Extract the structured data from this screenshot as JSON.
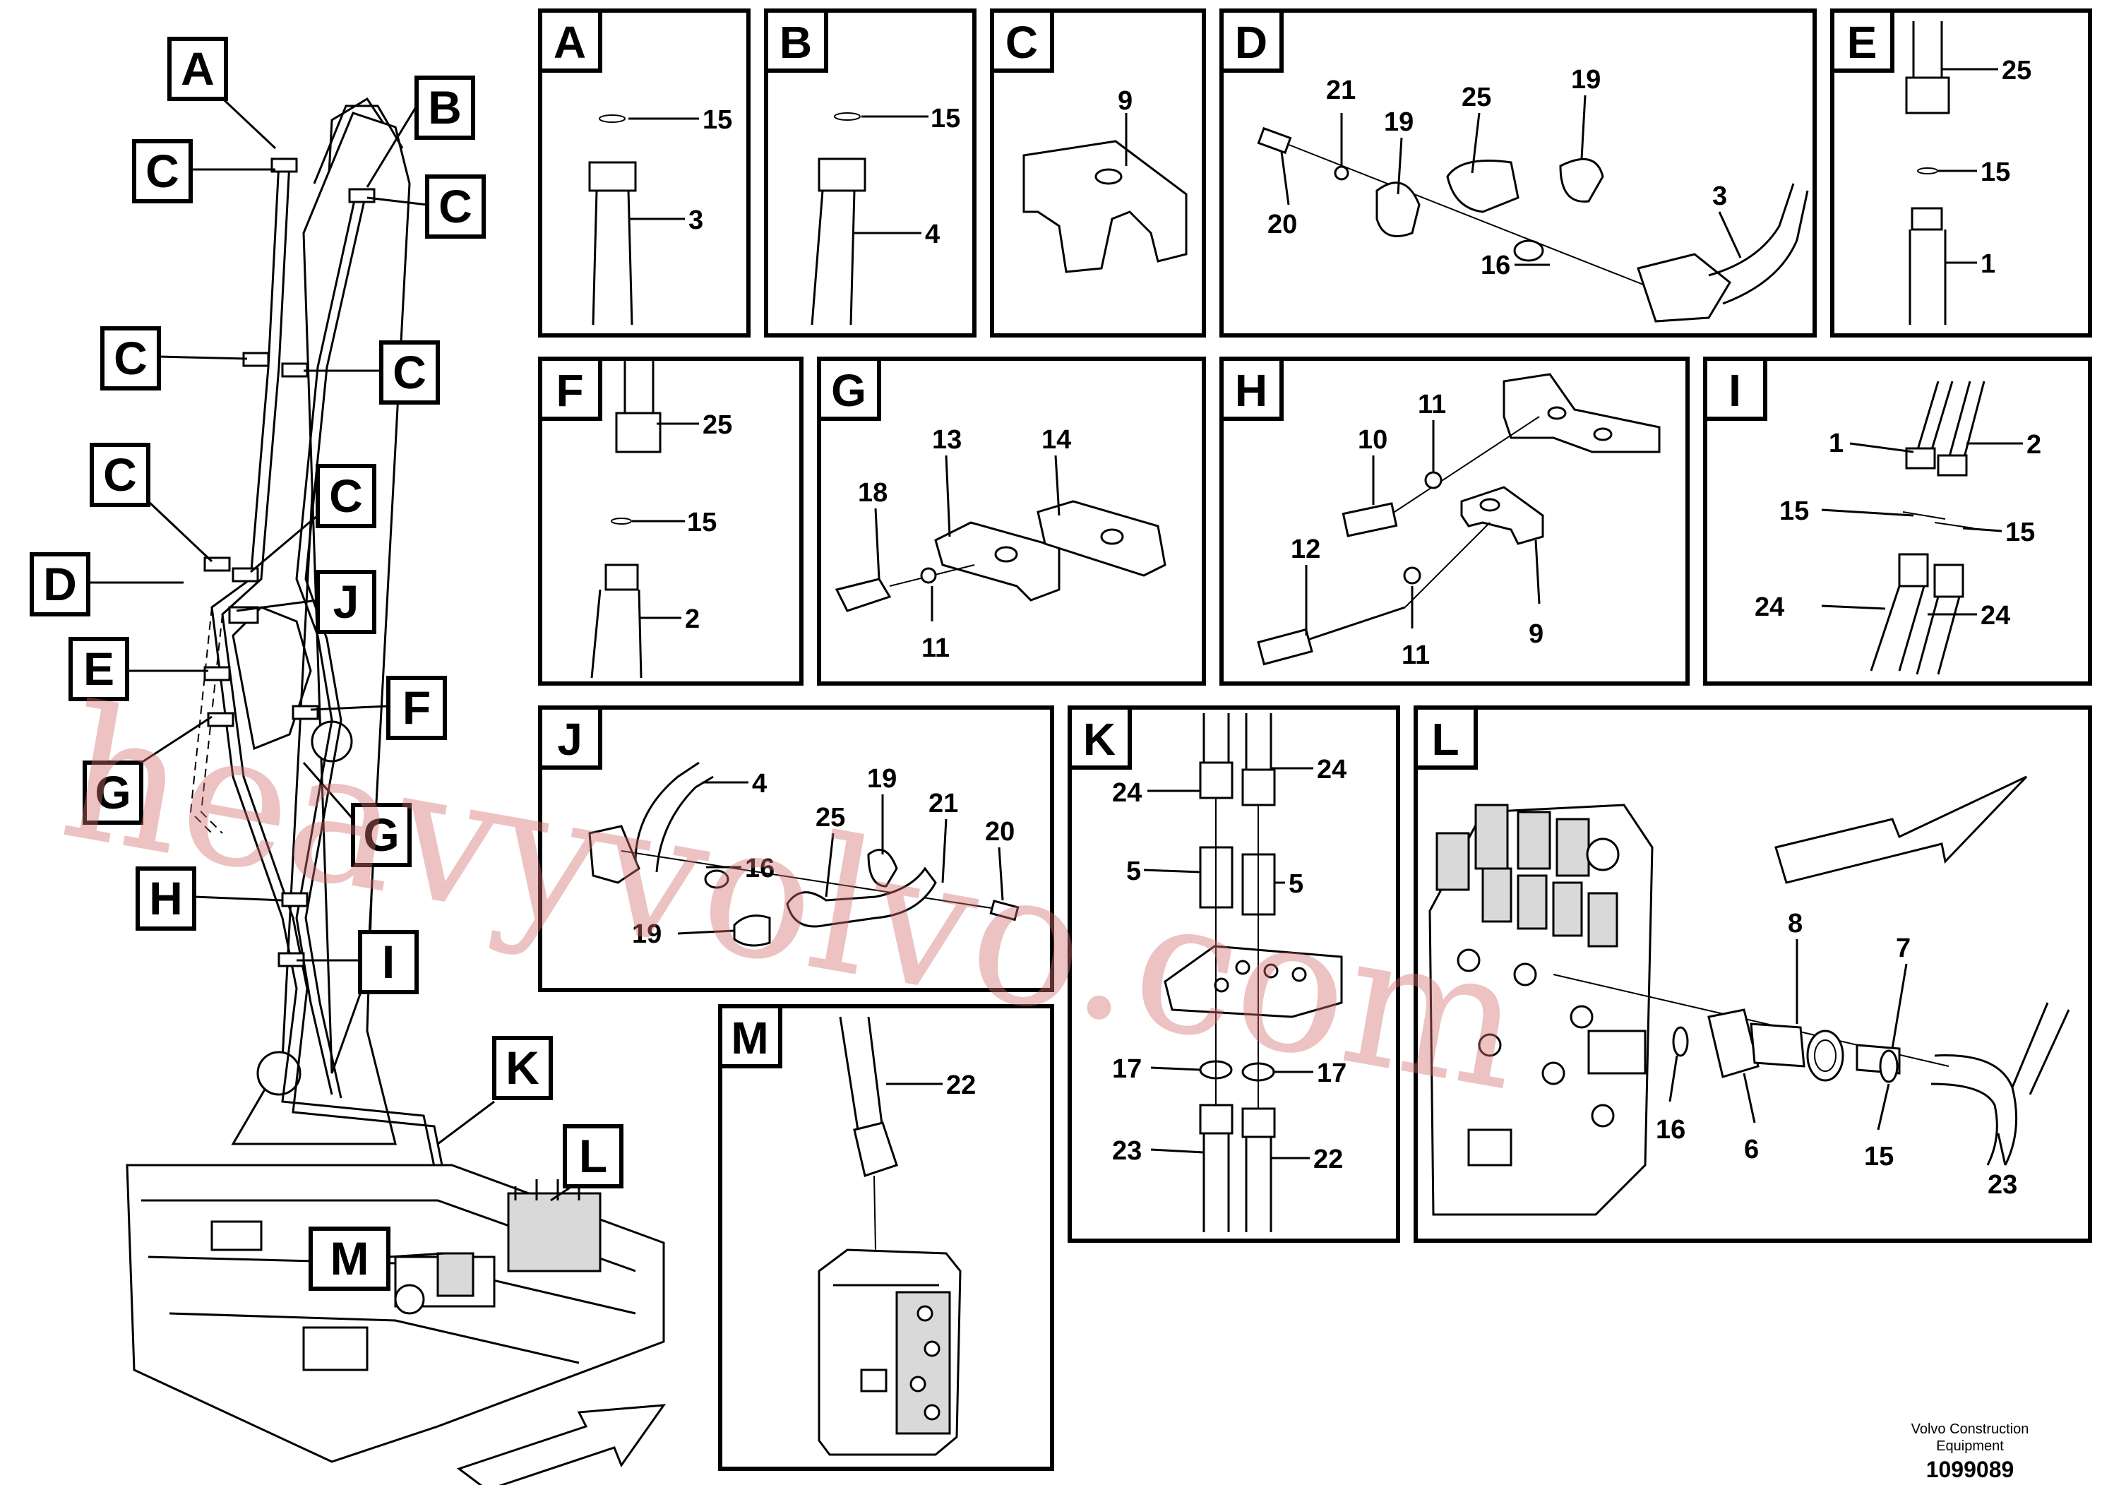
{
  "panels": {
    "A": {
      "letter": "A",
      "labels": [
        "15",
        "3"
      ]
    },
    "B": {
      "letter": "B",
      "labels": [
        "15",
        "4"
      ]
    },
    "C": {
      "letter": "C",
      "labels": [
        "9"
      ]
    },
    "D": {
      "letter": "D",
      "labels": [
        "21",
        "25",
        "19",
        "19",
        "20",
        "16",
        "3"
      ]
    },
    "E": {
      "letter": "E",
      "labels": [
        "25",
        "15",
        "1"
      ]
    },
    "F": {
      "letter": "F",
      "labels": [
        "25",
        "15",
        "2"
      ]
    },
    "G": {
      "letter": "G",
      "labels": [
        "13",
        "14",
        "18",
        "11"
      ]
    },
    "H": {
      "letter": "H",
      "labels": [
        "11",
        "10",
        "12",
        "11",
        "9"
      ]
    },
    "I": {
      "letter": "I",
      "labels": [
        "1",
        "2",
        "15",
        "15",
        "24",
        "24"
      ]
    },
    "J": {
      "letter": "J",
      "labels": [
        "4",
        "19",
        "21",
        "25",
        "20",
        "16",
        "19"
      ]
    },
    "K": {
      "letter": "K",
      "labels": [
        "24",
        "24",
        "5",
        "5",
        "17",
        "17",
        "23",
        "22"
      ]
    },
    "L": {
      "letter": "L",
      "labels": [
        "8",
        "7",
        "16",
        "6",
        "15",
        "23"
      ]
    },
    "M": {
      "letter": "M",
      "labels": [
        "22"
      ]
    }
  },
  "callouts": [
    "A",
    "B",
    "C",
    "C",
    "C",
    "C",
    "C",
    "C",
    "D",
    "J",
    "E",
    "F",
    "G",
    "G",
    "H",
    "I",
    "K",
    "L",
    "M"
  ],
  "footer": {
    "company_line1": "Volvo Construction",
    "company_line2": "Equipment",
    "drawing_number": "1099089"
  },
  "watermark": "heavyvolvo.com"
}
